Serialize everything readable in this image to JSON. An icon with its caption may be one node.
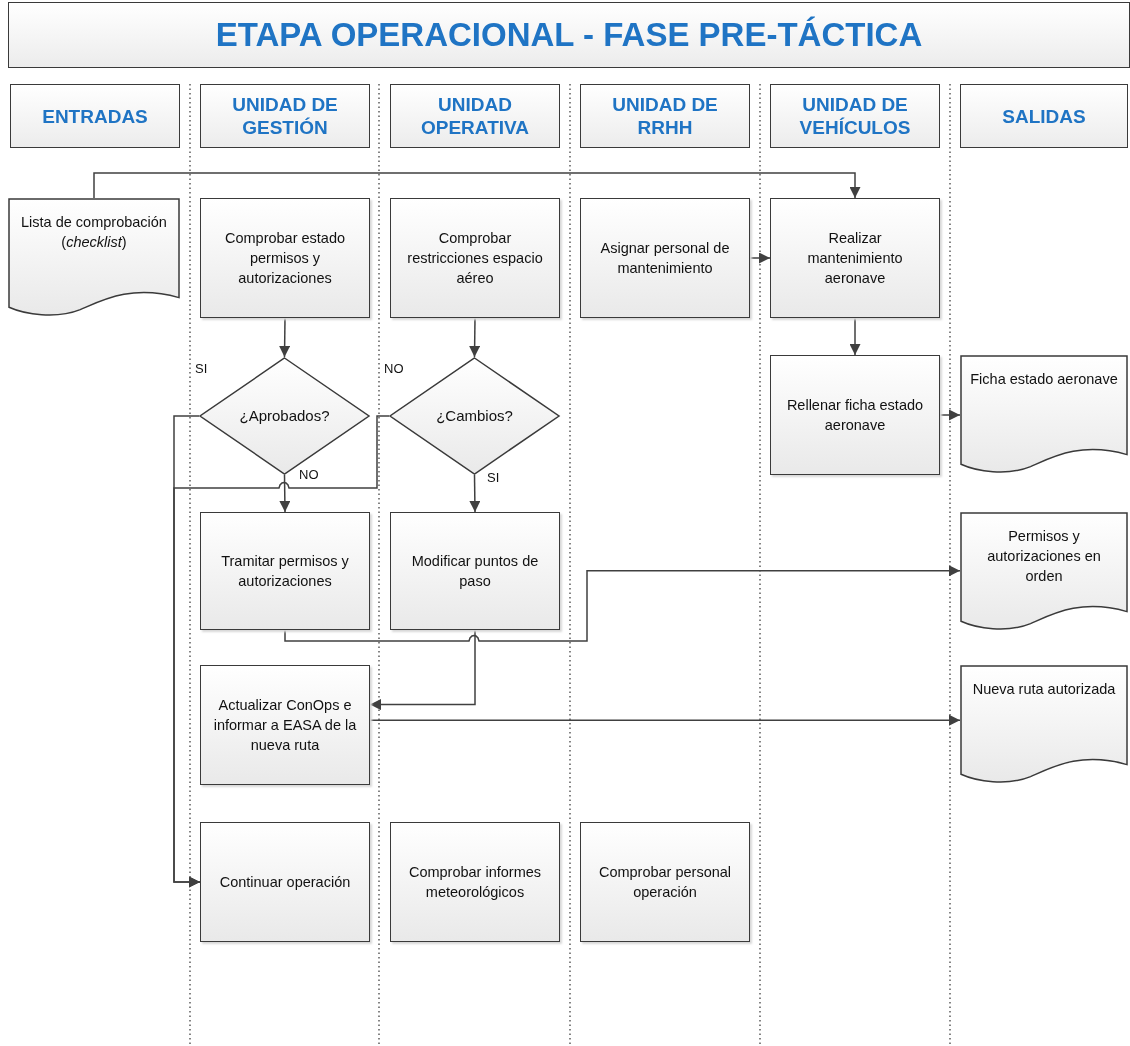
{
  "diagram": {
    "title": "ETAPA OPERACIONAL - FASE PRE-TÁCTICA",
    "nodes": [
      {
        "text": [
          "ENTRADAS"
        ]
      },
      {
        "text": [
          "UNIDAD DE GESTIÓN"
        ]
      },
      {
        "text": [
          "UNIDAD OPERATIVA"
        ]
      },
      {
        "text": [
          "UNIDAD DE RRHH"
        ]
      },
      {
        "text": [
          "UNIDAD DE VEHÍCULOS"
        ]
      },
      {
        "text": [
          "SALIDAS"
        ]
      },
      {
        "text": [
          "Lista de comprobación (*checklist*)"
        ]
      },
      {
        "text": [
          "Comprobar estado permisos y autorizaciones"
        ]
      },
      {
        "text": [
          "Comprobar restricciones espacio aéreo"
        ]
      },
      {
        "text": [
          "Asignar personal de mantenimiento"
        ]
      },
      {
        "text": [
          "Realizar mantenimiento aeronave"
        ]
      },
      {
        "text": [
          "¿Aprobados?"
        ]
      },
      {
        "text": [
          "¿Cambios?"
        ]
      },
      {
        "text": [
          "Rellenar ficha estado aeronave"
        ]
      },
      {
        "text": [
          "Ficha estado aeronave"
        ]
      },
      {
        "text": [
          "Tramitar permisos y autorizaciones"
        ]
      },
      {
        "text": [
          "Modificar puntos de paso"
        ]
      },
      {
        "text": [
          "Permisos y autorizaciones en orden"
        ]
      },
      {
        "text": [
          "Actualizar ConOps e informar a EASA de la nueva ruta"
        ]
      },
      {
        "text": [
          "Nueva ruta autorizada"
        ]
      },
      {
        "text": [
          "Continuar operación"
        ]
      },
      {
        "text": [
          "Comprobar informes meteorológicos"
        ]
      },
      {
        "text": [
          "Comprobar personal operación"
        ]
      }
    ],
    "edges": [
      {
        "from": 6,
        "to": 10,
        "arrow": "to"
      },
      {
        "from": 7,
        "to": 11,
        "arrow": "to"
      },
      {
        "from": 8,
        "to": 12,
        "arrow": "to"
      },
      {
        "from": 9,
        "to": 10,
        "arrow": "to"
      },
      {
        "from": 10,
        "to": 13,
        "arrow": "to"
      },
      {
        "from": 13,
        "to": 14,
        "arrow": "to"
      },
      {
        "from": 11,
        "to": 20,
        "arrow": "to",
        "label": "SI"
      },
      {
        "from": 11,
        "to": 15,
        "arrow": "to",
        "label": "NO"
      },
      {
        "from": 12,
        "to": 20,
        "arrow": "to",
        "label": "NO"
      },
      {
        "from": 12,
        "to": 16,
        "arrow": "to",
        "label": "SI"
      },
      {
        "from": 15,
        "to": 17,
        "arrow": "to"
      },
      {
        "from": 16,
        "to": 18,
        "arrow": "to"
      },
      {
        "from": 18,
        "to": 19,
        "arrow": "to"
      }
    ]
  }
}
